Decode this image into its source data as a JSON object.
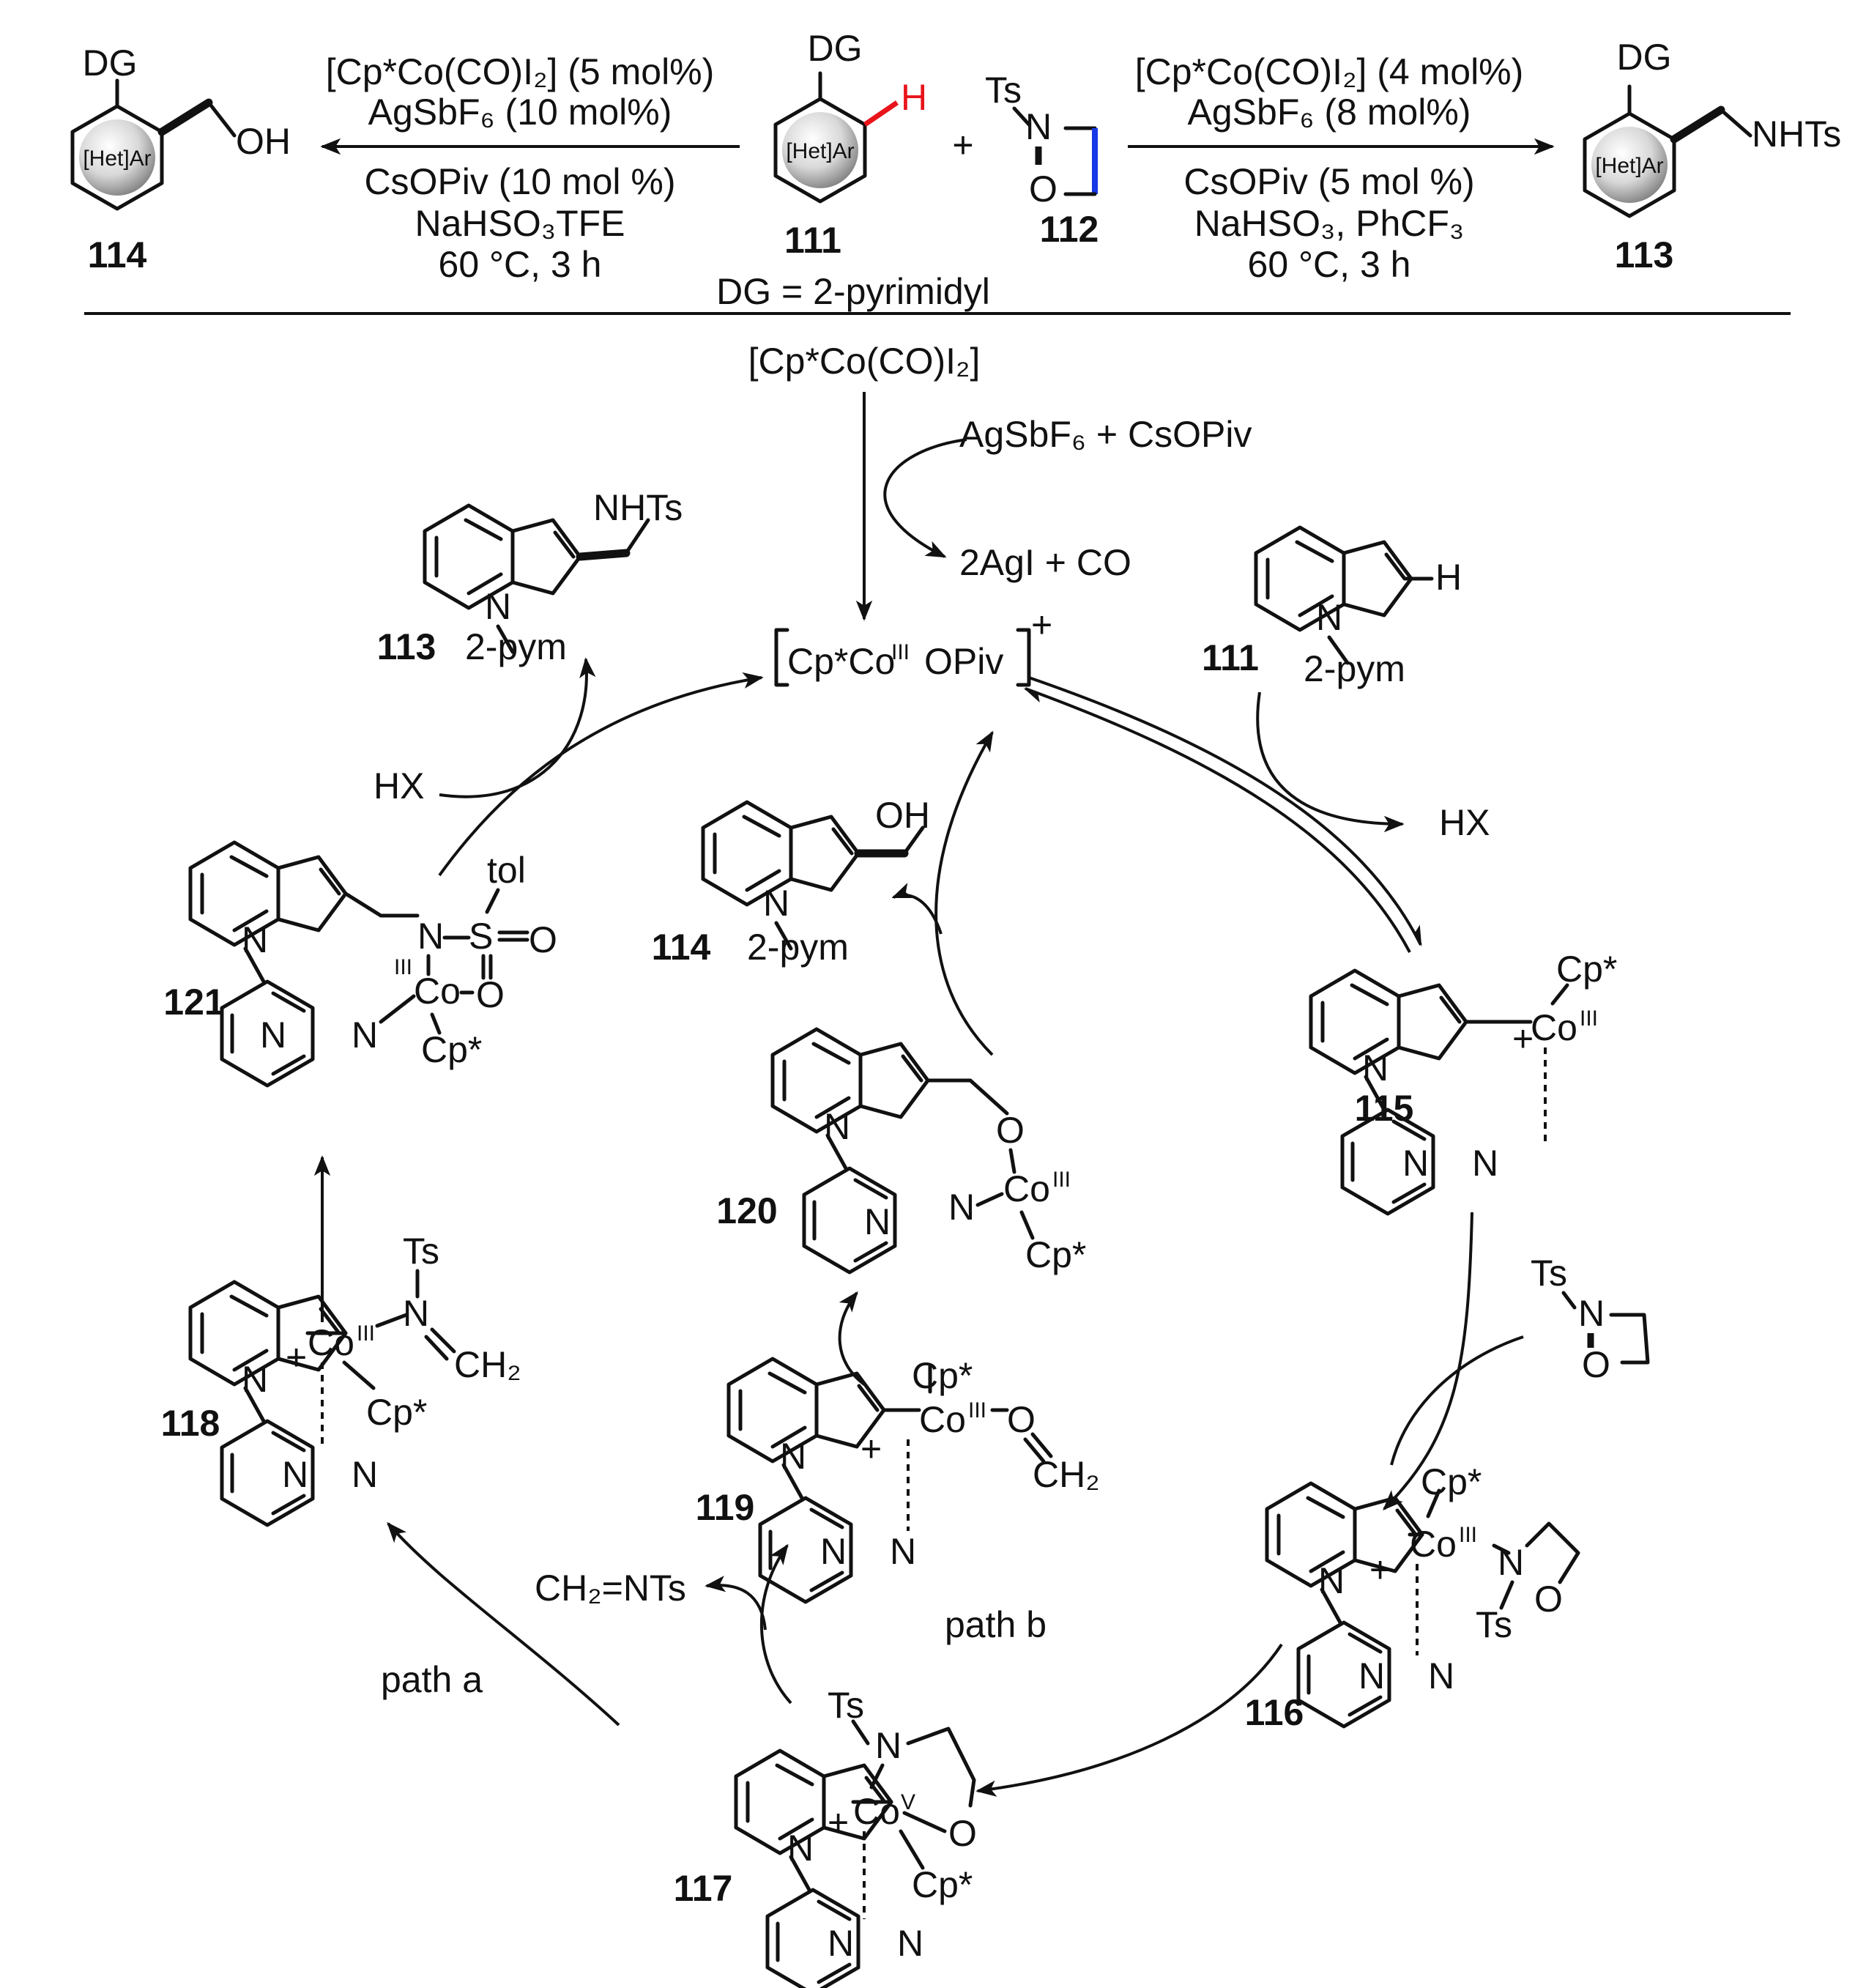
{
  "colors": {
    "ink": "#111111",
    "ch_bond_highlight": "#e8141a",
    "cn_bond_highlight": "#1738e6"
  },
  "top_scheme": {
    "left_conditions": {
      "line1": "[Cp*Co(CO)I₂] (5 mol%)",
      "line2": "AgSbF₆ (10 mol%)",
      "line3": "CsOPiv (10 mol %)",
      "line4": "NaHSO₃TFE",
      "line5": "60 °C, 3 h"
    },
    "right_conditions": {
      "line1": "[Cp*Co(CO)I₂] (4 mol%)",
      "line2": "AgSbF₆ (8 mol%)",
      "line3": "CsOPiv (5 mol %)",
      "line4": "NaHSO₃, PhCF₃",
      "line5": "60 °C, 3 h"
    },
    "plus": "+",
    "dg_note": "DG = 2-pyrimidyl",
    "compounds": {
      "c114": {
        "id": "114",
        "dg": "DG",
        "ring": "[Het]Ar",
        "group": "OH"
      },
      "c111": {
        "id": "111",
        "dg": "DG",
        "ring": "[Het]Ar",
        "h": "H"
      },
      "c112": {
        "id": "112",
        "ts": "Ts",
        "n": "N",
        "o": "O"
      },
      "c113": {
        "id": "113",
        "dg": "DG",
        "ring": "[Het]Ar",
        "group": "NHTs"
      }
    }
  },
  "cycle": {
    "precatalyst": "[Cp*Co(CO)I₂]",
    "activation_in": "AgSbF₆ + CsOPiv",
    "activation_out": "2AgI + CO",
    "active_catalyst": "[Cp*CoᴵᴵᴵOPiv]⁺",
    "hx_out": "HX",
    "hx_in": "HX",
    "ch2nts": "CH₂=NTs",
    "path_a": "path a",
    "path_b": "path b",
    "species": {
      "s113": {
        "id": "113",
        "group": "NHTs",
        "n": "N",
        "dg": "2-pym"
      },
      "s111": {
        "id": "111",
        "h": "H",
        "n": "N",
        "dg": "2-pym"
      },
      "s114": {
        "id": "114",
        "group": "OH",
        "n": "N",
        "dg": "2-pym"
      },
      "s115": {
        "id": "115",
        "co": "Co",
        "ox": "III",
        "cp": "Cp*",
        "plus": "+"
      },
      "s116": {
        "id": "116",
        "co": "Co",
        "ox": "III",
        "cp": "Cp*",
        "plus": "+",
        "ts": "Ts",
        "o": "O"
      },
      "s117": {
        "id": "117",
        "co": "Co",
        "ox": "V",
        "cp": "Cp*",
        "plus": "+",
        "ts": "Ts",
        "o": "O"
      },
      "s118": {
        "id": "118",
        "co": "Co",
        "ox": "III",
        "cp": "Cp*",
        "plus": "+",
        "ts": "Ts",
        "ch2": "CH₂"
      },
      "s119": {
        "id": "119",
        "co": "Co",
        "ox": "III",
        "cp": "Cp*",
        "plus": "+",
        "o": "O",
        "ch2": "CH₂"
      },
      "s120": {
        "id": "120",
        "co": "Co",
        "ox": "III",
        "cp": "Cp*",
        "o": "O"
      },
      "s121": {
        "id": "121",
        "co": "Co",
        "ox": "III",
        "cp": "Cp*",
        "tol": "tol",
        "s": "S",
        "o": "O"
      }
    },
    "reagent_112": {
      "ts": "Ts",
      "n": "N",
      "o": "O"
    }
  }
}
